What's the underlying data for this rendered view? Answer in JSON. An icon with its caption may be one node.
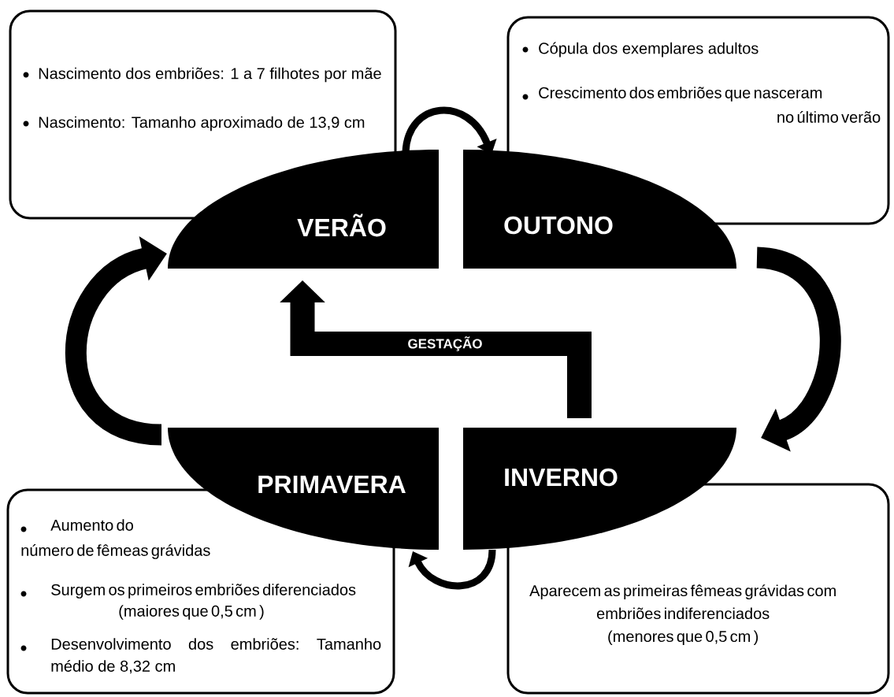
{
  "diagram": {
    "nodes": [
      {
        "text": [
          "VERÃO"
        ]
      },
      {
        "text": [
          "OUTONO"
        ]
      },
      {
        "text": [
          "INVERNO"
        ]
      },
      {
        "text": [
          "PRIMAVERA"
        ]
      },
      {
        "text": [
          "Nascimento dos embriões: 1 a 7 filhotes por mãe",
          "Nascimento: Tamanho aproximado de 13,9 cm"
        ]
      },
      {
        "text": [
          "Cópula dos exemplares adultos",
          "Crescimento dos embriões que nasceram no último verão"
        ]
      },
      {
        "text": [
          "Aparecem as primeiras fêmeas grávidas com embriões indiferenciados (menores que 0,5 cm )"
        ]
      },
      {
        "text": [
          "Aumento do número de fêmeas grávidas",
          "Surgem os primeiros embriões diferenciados (maiores que 0,5 cm )",
          "Desenvolvimento dos embriões: Tamanho médio de 8,32 cm"
        ]
      }
    ],
    "edges": [
      {
        "from": 0,
        "to": 1,
        "arrow": "to"
      },
      {
        "from": 1,
        "to": 2,
        "arrow": "to"
      },
      {
        "from": 2,
        "to": 3,
        "arrow": "to"
      },
      {
        "from": 3,
        "to": 0,
        "arrow": "to"
      },
      {
        "from": 2,
        "to": 0,
        "arrow": "to",
        "label": "GESTAÇÃO"
      }
    ]
  }
}
